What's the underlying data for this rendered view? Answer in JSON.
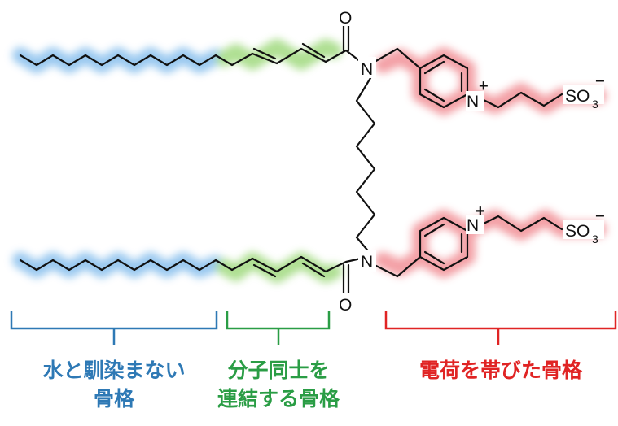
{
  "colors": {
    "hydrophobic": "#2e79b5",
    "linker": "#2a9d45",
    "charged": "#e02424",
    "glow_blue": "#8fc3ee",
    "glow_green": "#a6dc86",
    "glow_red": "#f2969c",
    "bond": "#111111"
  },
  "atoms": {
    "oxygen": "O",
    "nitrogen": "N",
    "plus": "+",
    "minus": "−",
    "so": "SO",
    "three": "3"
  },
  "labels": {
    "hydrophobic": {
      "line1": "水と馴染まない",
      "line2": "骨格"
    },
    "linker": {
      "line1": "分子同士を",
      "line2": "連結する骨格"
    },
    "charged": {
      "line1": "電荷を帯びた骨格"
    }
  }
}
